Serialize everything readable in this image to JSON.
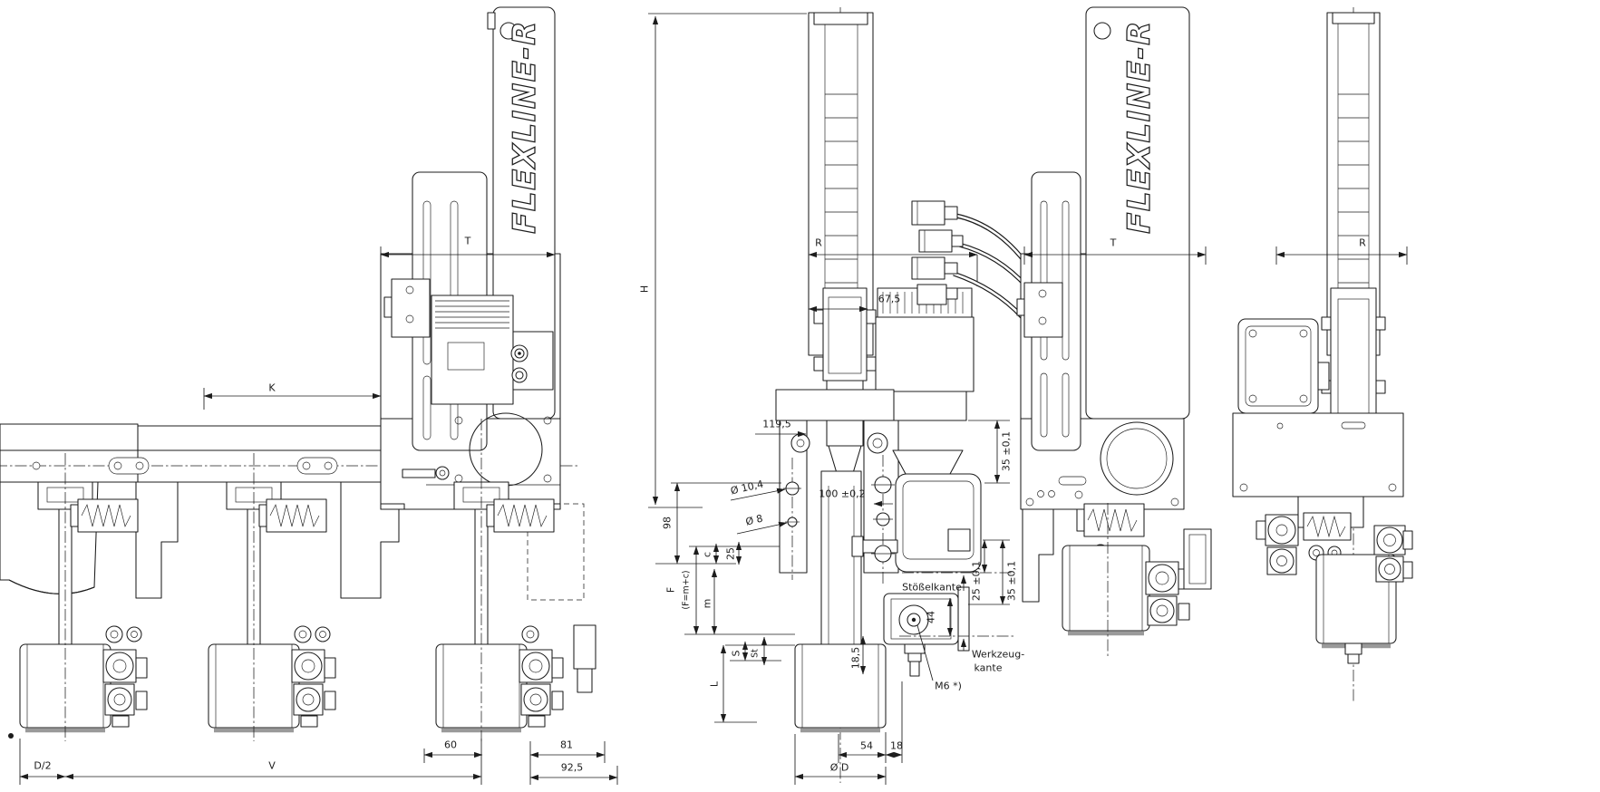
{
  "drawing": {
    "brand_logo": "FLEXLINE-R",
    "line_color": "#1c1c1c",
    "background": "#ffffff"
  },
  "dims": {
    "k": "K",
    "t_left": "T",
    "d_half": "D/2",
    "v": "V",
    "d60": "60",
    "d81": "81",
    "d92_5": "92,5",
    "h": "H",
    "r_mid": "R",
    "d67_5": "67,5",
    "d119_5": "119,5",
    "dia10_4": "Ø 10,4",
    "dia8": "Ø 8",
    "d100": "100  ±0,2",
    "d98": "98",
    "c": "c",
    "d25": "25",
    "f": "F",
    "f_formula": "(F=m+c)",
    "m": "m",
    "s": "S",
    "st": "St",
    "l": "L",
    "stoesselkante": "Stößelkante",
    "d35_top": "35  ±0,1",
    "d25_tol": "25  ±0,1",
    "d35_bot": "35  ±0,1",
    "d44": "44",
    "d18_5": "18,5",
    "werkzeug_line1": "Werkzeug-",
    "werkzeug_line2": "kante",
    "m6_note": "M6  *)",
    "d54": "54",
    "d18": "18",
    "dia_d": "Ø D",
    "t_right": "T",
    "r_right": "R"
  }
}
